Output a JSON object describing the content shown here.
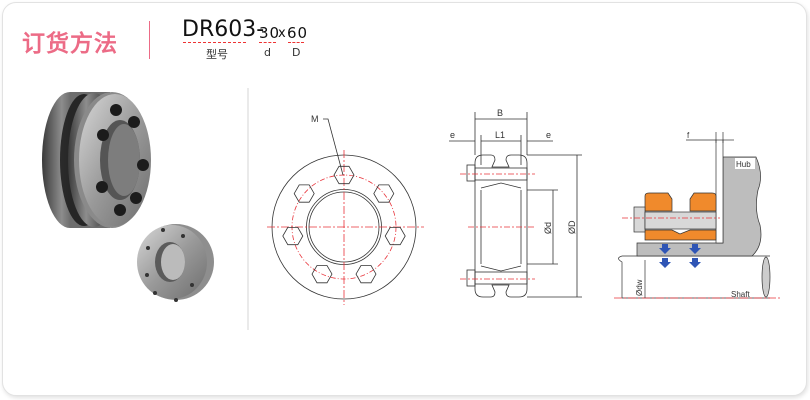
{
  "header": {
    "title": "订货方法",
    "model": "DR603-",
    "d_value": "30",
    "separator": "x",
    "D_value": "60",
    "model_label": "型号",
    "d_label": "d",
    "D_label": "D"
  },
  "drawing": {
    "front_view": {
      "thread_label": "M"
    },
    "side_view": {
      "width_label": "B",
      "length_label": "L1",
      "edge_left": "e",
      "edge_right": "e",
      "inner_dia": "Ød",
      "outer_dia": "ØD"
    },
    "section_view": {
      "gap_label": "f",
      "hub_label": "Hub",
      "shaft_label": "Shaft",
      "shaft_dia": "Ødw"
    }
  },
  "colors": {
    "accent": "#ec6b86",
    "centerline": "#e8333a",
    "orange": "#f08a2c",
    "arrow": "#2f55b5",
    "gray": "#bdbdbd"
  }
}
